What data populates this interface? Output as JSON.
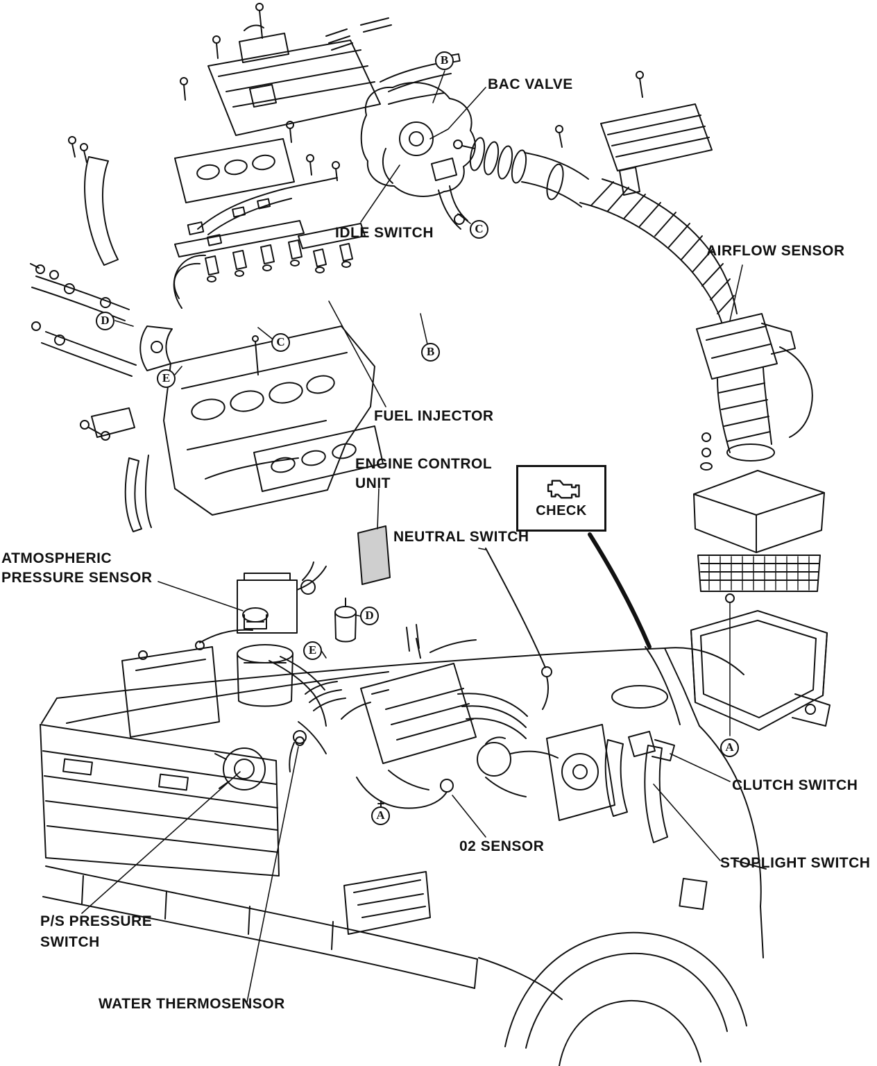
{
  "labels": {
    "bac_valve": "BAC VALVE",
    "idle_switch": "IDLE SWITCH",
    "airflow_sensor": "AIRFLOW SENSOR",
    "fuel_injector": "FUEL INJECTOR",
    "engine_control_unit_line1": "ENGINE CONTROL",
    "engine_control_unit_line2": "UNIT",
    "neutral_switch": "NEUTRAL SWITCH",
    "atmospheric_line1": "ATMOSPHERIC",
    "atmospheric_line2": "PRESSURE SENSOR",
    "check": "CHECK",
    "clutch_switch": "CLUTCH SWITCH",
    "o2_sensor": "02 SENSOR",
    "stoplight_switch": "STOPLIGHT SWITCH",
    "ps_pressure_line1": "P/S PRESSURE",
    "ps_pressure_line2": "SWITCH",
    "water_thermosensor": "WATER THERMOSENSOR"
  },
  "callouts": [
    {
      "letter": "B"
    },
    {
      "letter": "C"
    },
    {
      "letter": "C"
    },
    {
      "letter": "D"
    },
    {
      "letter": "E"
    },
    {
      "letter": "B"
    },
    {
      "letter": "D"
    },
    {
      "letter": "E"
    },
    {
      "letter": "A"
    },
    {
      "letter": "A"
    }
  ],
  "icons": {
    "check_engine": "check-engine-icon"
  },
  "colors": {
    "ink": "#111111",
    "background": "#ffffff",
    "ecu_fill": "#cfcfcf"
  }
}
